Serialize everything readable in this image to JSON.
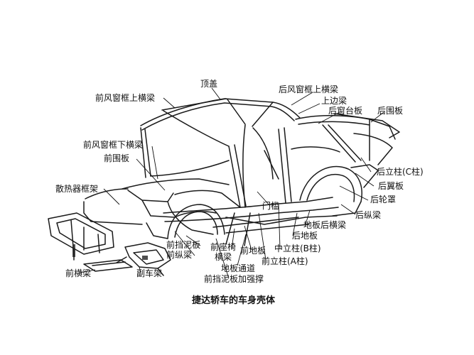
{
  "caption": "捷达轿车的车身壳体",
  "labels": {
    "roof": "顶盖",
    "front_windshield_upper_beam": "前风窗框上横梁",
    "rear_windshield_upper_beam": "后风窗框上横梁",
    "upper_side_rail": "上边梁",
    "rear_window_shelf": "后窗台板",
    "rear_panel": "后围板",
    "front_windshield_lower_beam": "前风窗框下横梁",
    "front_panel": "前围板",
    "radiator_frame": "散热器框架",
    "c_pillar": "后立柱(C柱)",
    "rear_fender": "后翼板",
    "rear_wheel_house": "后轮罩",
    "rear_longitudinal_beam": "后纵梁",
    "door_sill": "门槛",
    "floor_rear_cross_beam": "地板后横梁",
    "rear_floor": "后地板",
    "front_fender_apron": "前挡泥板",
    "front_longitudinal_beam": "前纵梁",
    "front_seat_cross_beam_1": "前座椅",
    "front_seat_cross_beam_2": "横梁",
    "front_floor": "前地板",
    "b_pillar": "中立柱(B柱)",
    "a_pillar": "前立柱(A柱)",
    "floor_tunnel": "地板通道",
    "front_fender_brace": "前挡泥板加强撑",
    "front_cross_beam": "前横梁",
    "subframe": "副车架"
  }
}
